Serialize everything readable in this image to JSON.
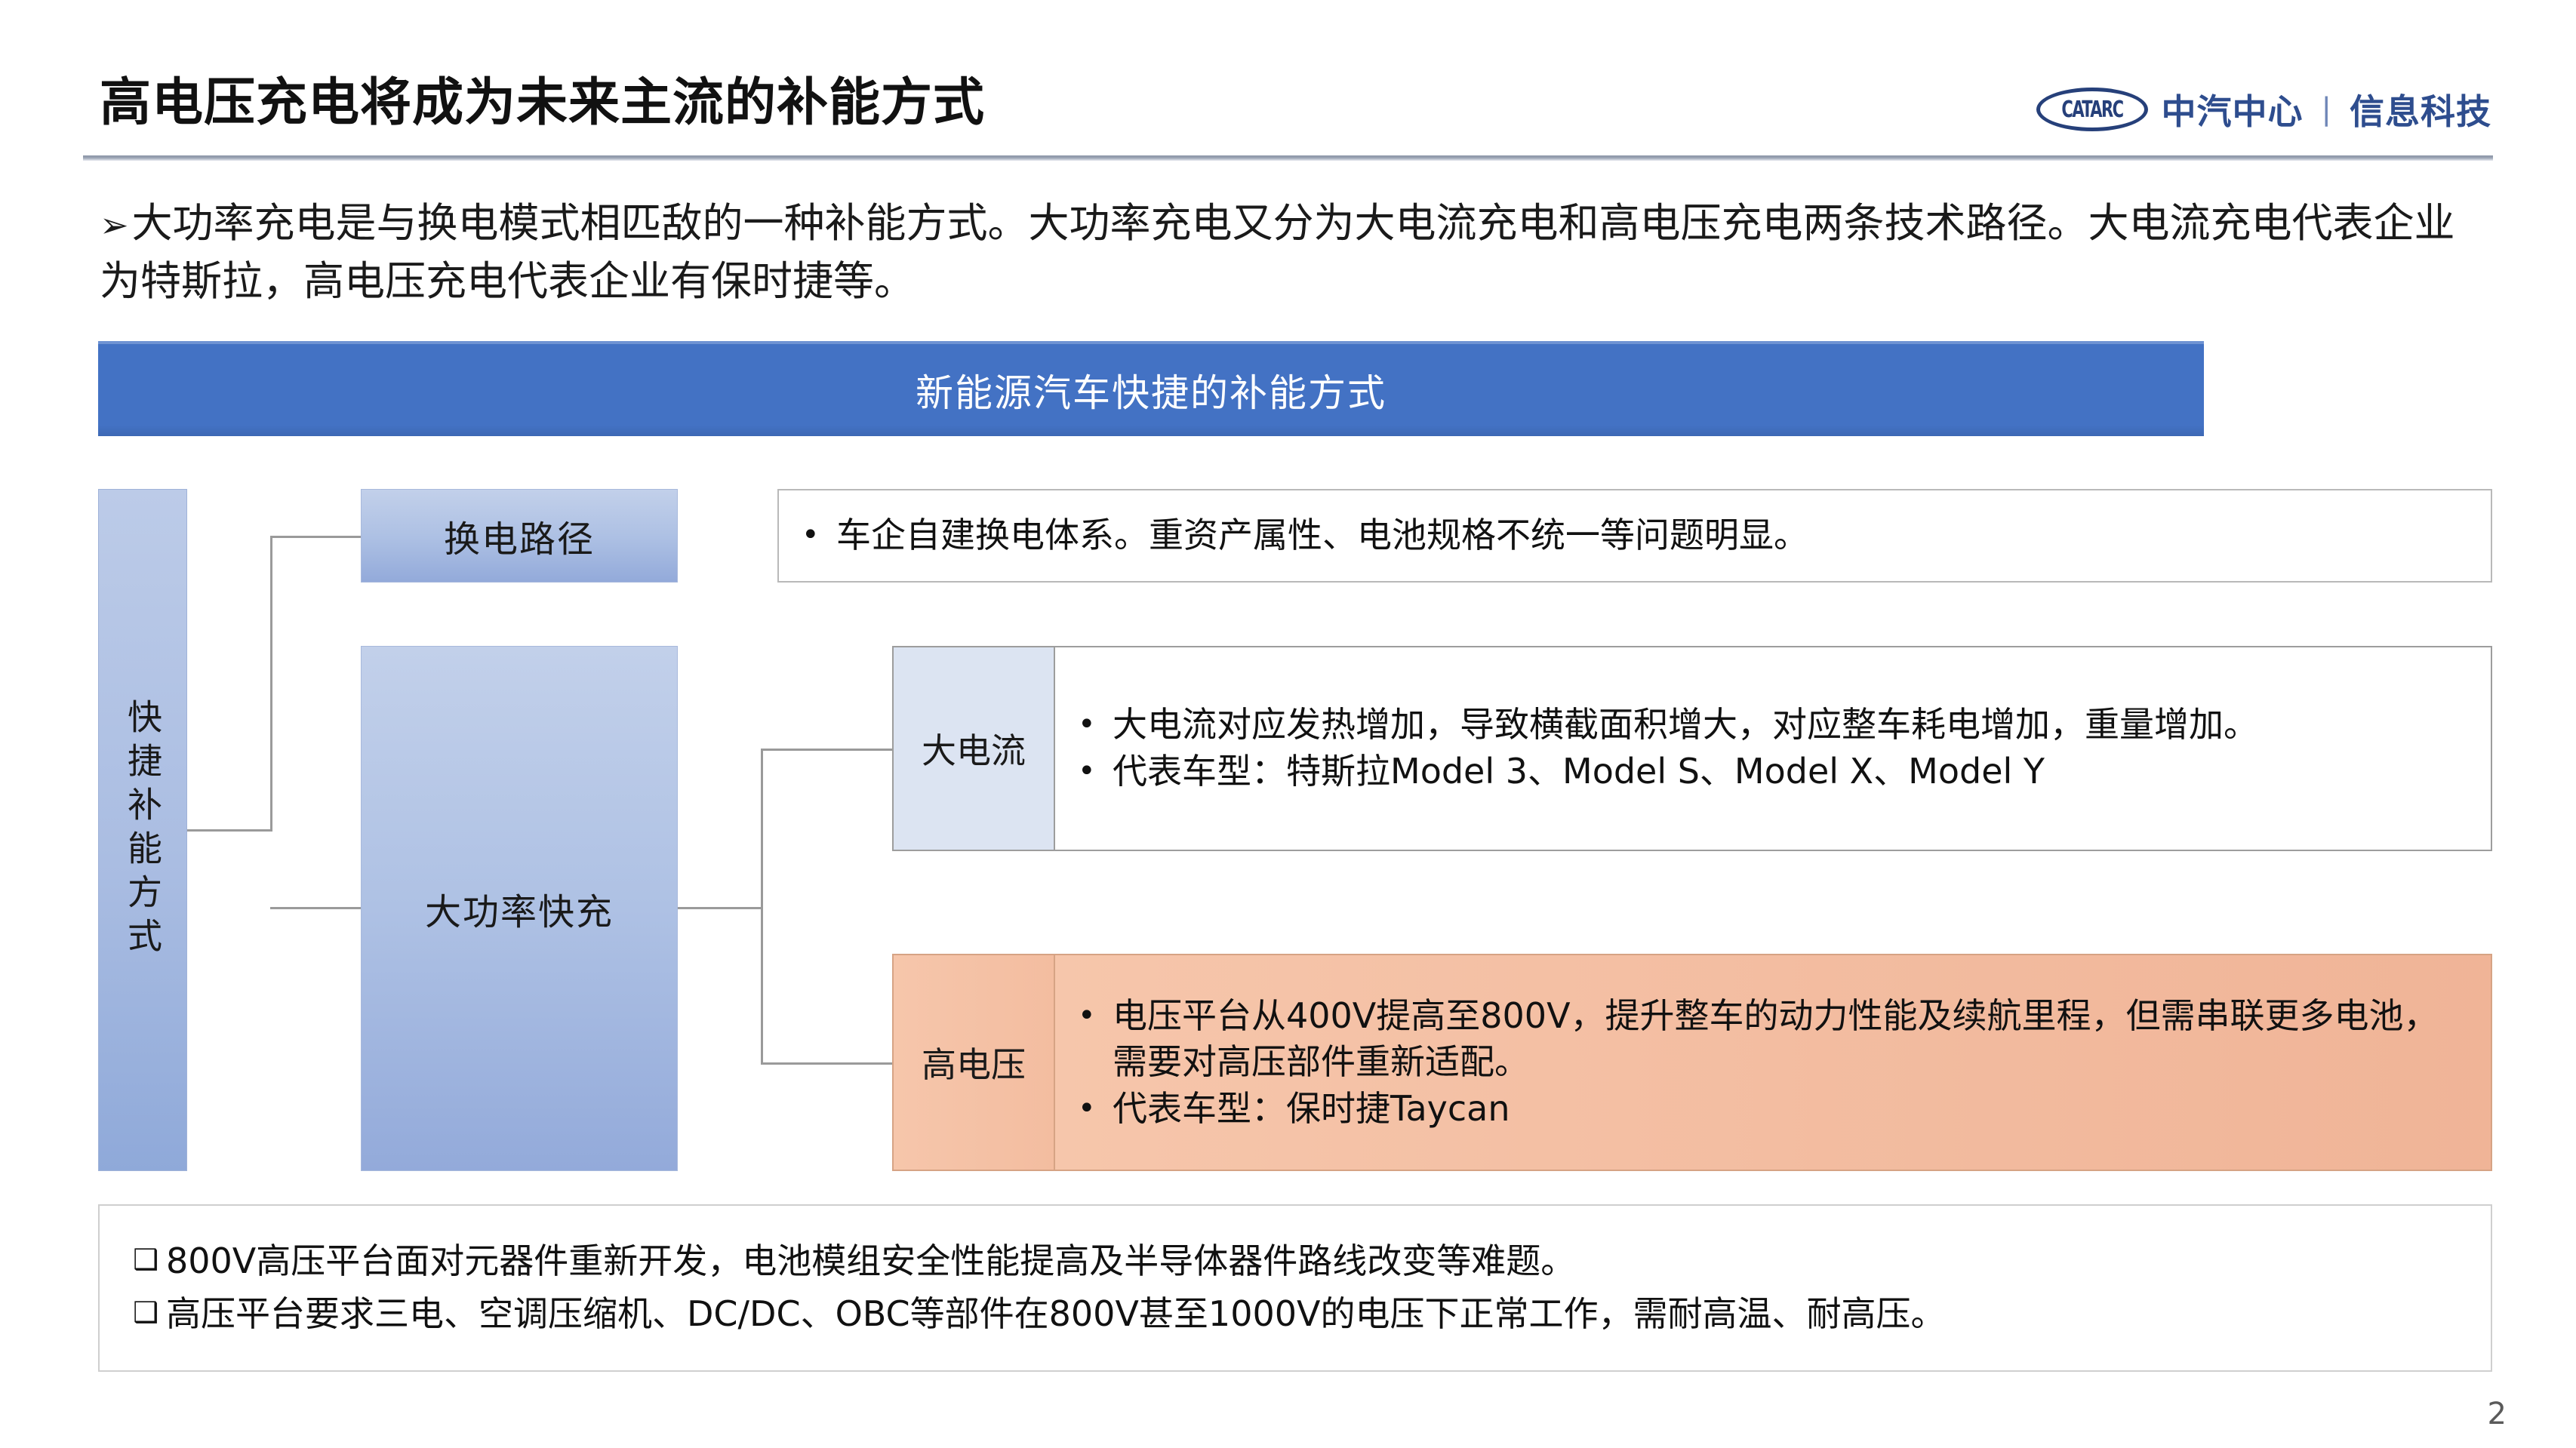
{
  "slide": {
    "title": "高电压充电将成为未来主流的补能方式",
    "page_number": "2"
  },
  "logo": {
    "mark_text": "CATARC",
    "name": "中汽中心",
    "separator": "|",
    "sub": "信息科技",
    "color": "#2e4d8e"
  },
  "lead": {
    "arrow": "➢",
    "text": "大功率充电是与换电模式相匹敌的一种补能方式。大功率充电又分为大电流充电和高电压充电两条技术路径。大电流充电代表企业为特斯拉，高电压充电代表企业有保时捷等。"
  },
  "banner": {
    "text": "新能源汽车快捷的补能方式",
    "color": "#4372c4"
  },
  "diagram": {
    "root_label": "快捷补能方式",
    "nodes": {
      "swap": {
        "label": "换电路径",
        "bullets": [
          "车企自建换电体系。重资产属性、电池规格不统一等问题明显。"
        ]
      },
      "fast": {
        "label": "大功率快充",
        "children": [
          {
            "label": "大电流",
            "accent": "#dce4f2",
            "bullets": [
              "大电流对应发热增加，导致横截面积增大，对应整车耗电增加，重量增加。",
              "代表车型：特斯拉Model 3、Model S、Model X、Model Y"
            ]
          },
          {
            "label": "高电压",
            "accent": "#f6c6ab",
            "bullets": [
              "电压平台从400V提高至800V，提升整车的动力性能及续航里程，但需串联更多电池，需要对高压部件重新适配。",
              "代表车型：保时捷Taycan"
            ]
          }
        ]
      }
    },
    "bullet_glyph": "•"
  },
  "bottom": {
    "glyph": "❑",
    "items": [
      "800V高压平台面对元器件重新开发，电池模组安全性能提高及半导体器件路线改变等难题。",
      "高压平台要求三电、空调压缩机、DC/DC、OBC等部件在800V甚至1000V的电压下正常工作，需耐高温、耐高压。"
    ]
  }
}
